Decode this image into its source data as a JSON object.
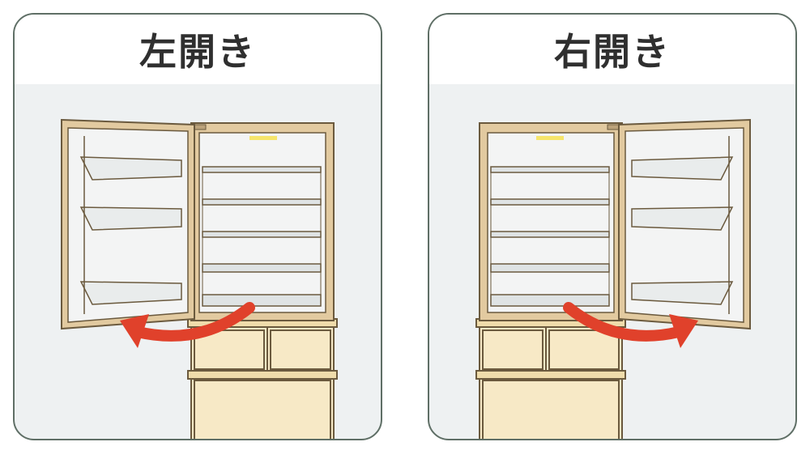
{
  "panels": [
    {
      "id": "left",
      "title": "左開き"
    },
    {
      "id": "right",
      "title": "右開き"
    }
  ],
  "colors": {
    "panel_border": "#5f6f66",
    "panel_bg": "#eef1f2",
    "cabinet_fill": "#f7e9c6",
    "cabinet_stroke": "#6b5a3e",
    "door_fill": "#e2caa0",
    "interior": "#f3f4f4",
    "arrow": "#e0412b"
  }
}
